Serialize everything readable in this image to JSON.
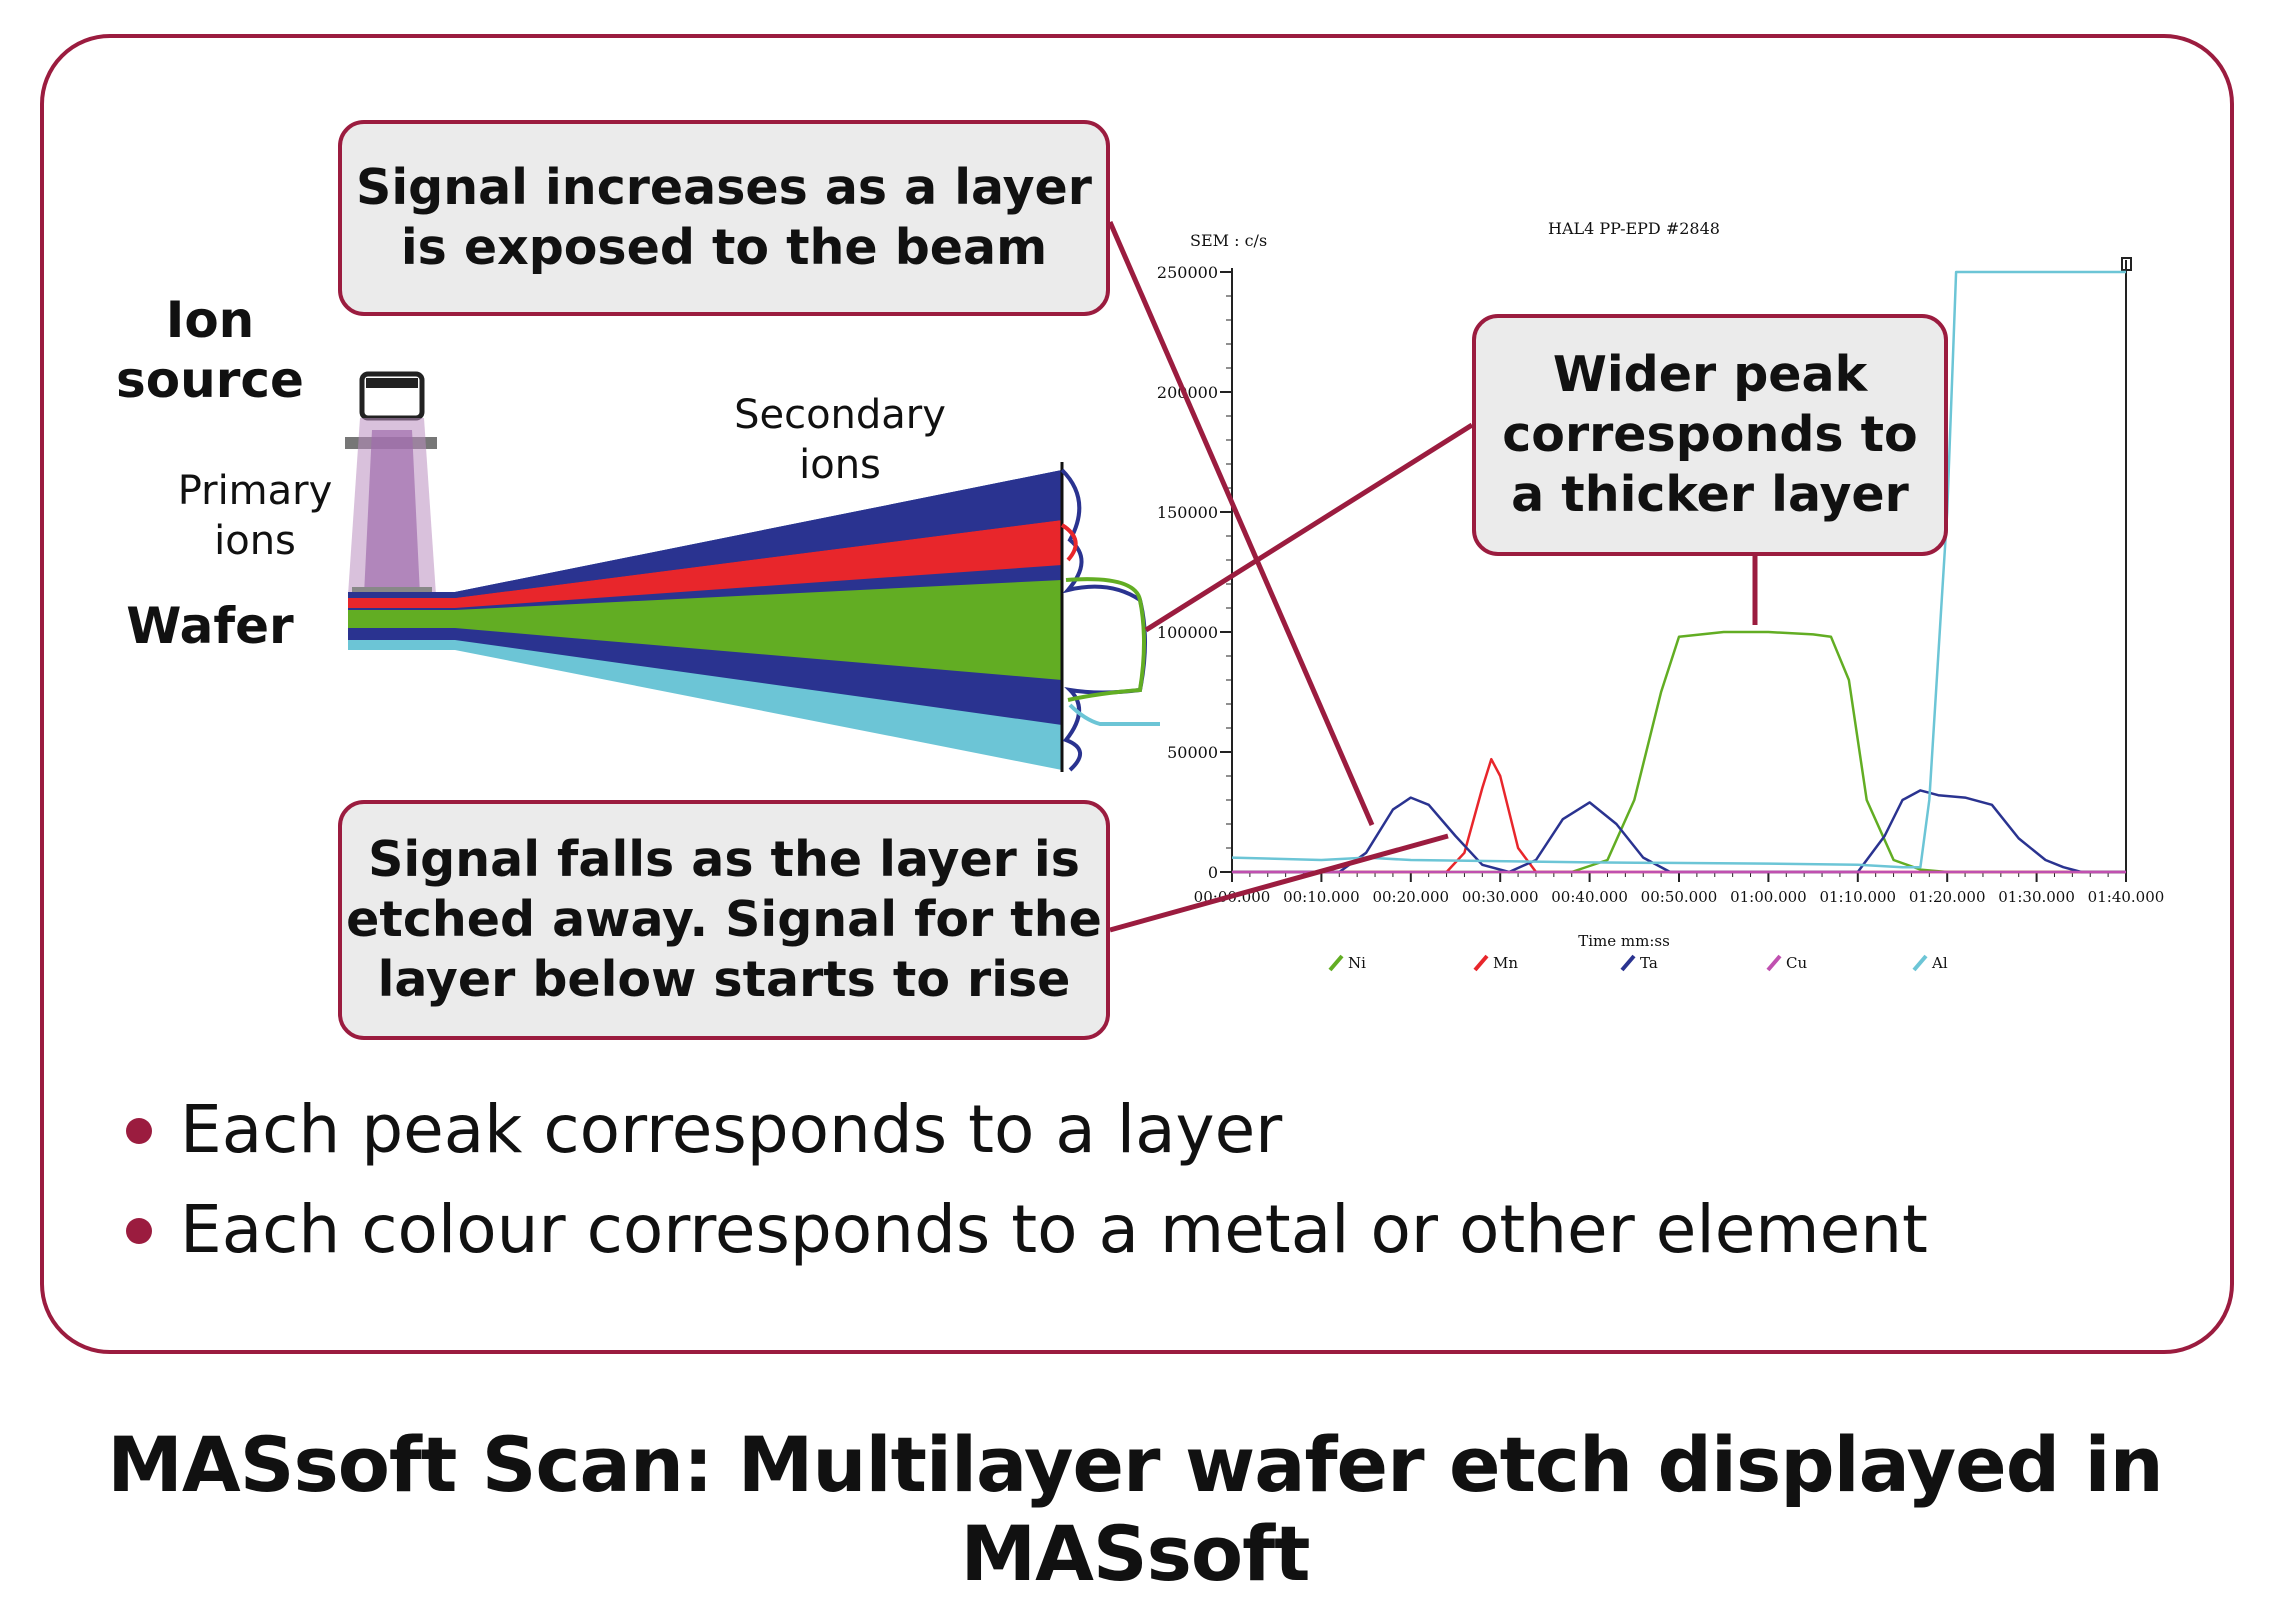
{
  "callouts": {
    "top": "Signal increases as a layer\nis exposed to the beam",
    "right": "Wider peak\ncorresponds to\na thicker layer",
    "bottom": "Signal falls as the layer is\netched away. Signal for the\nlayer below starts to rise"
  },
  "labels": {
    "ion_source": "Ion\nsource",
    "primary_ions": "Primary\nions",
    "wafer": "Wafer",
    "secondary_ions": "Secondary\nions"
  },
  "bullets": [
    "Each peak corresponds to a layer",
    "Each colour corresponds to a metal or other element"
  ],
  "caption": "MASsoft Scan: Multilayer wafer etch displayed in MASsoft",
  "colors": {
    "accent": "#9b1c3f",
    "callout_bg": "#ebebeb",
    "navy": "#2a3390",
    "red": "#e8262b",
    "green": "#62ad23",
    "cyan": "#6cc5d6",
    "pink": "#c050b0"
  },
  "chart_data": {
    "type": "line",
    "title": "HAL4 PP-EPD #2848",
    "ylabel": "SEM : c/s",
    "xlabel": "Time mm:ss",
    "ylim": [
      0,
      250000
    ],
    "xlim": [
      0,
      100
    ],
    "y_ticks": [
      "0",
      "50000",
      "100000",
      "150000",
      "200000",
      "250000"
    ],
    "y_tick_values": [
      0,
      50000,
      100000,
      150000,
      200000,
      250000
    ],
    "x_ticks": [
      "00:00.000",
      "00:10.000",
      "00:20.000",
      "00:30.000",
      "00:40.000",
      "00:50.000",
      "01:00.000",
      "01:10.000",
      "01:20.000",
      "01:30.000",
      "01:40.000"
    ],
    "x_tick_values": [
      0,
      10,
      20,
      30,
      40,
      50,
      60,
      70,
      80,
      90,
      100
    ],
    "legend": [
      "Ni",
      "Mn",
      "Ta",
      "Cu",
      "Al"
    ],
    "series": [
      {
        "name": "Ni",
        "color": "#62ad23",
        "x": [
          0,
          38,
          42,
          45,
          48,
          50,
          55,
          60,
          65,
          67,
          69,
          71,
          74,
          77,
          80,
          100
        ],
        "y": [
          0,
          0,
          5000,
          30000,
          75000,
          98000,
          100000,
          100000,
          99000,
          98000,
          80000,
          30000,
          5000,
          1000,
          0,
          0
        ]
      },
      {
        "name": "Mn",
        "color": "#e8262b",
        "x": [
          0,
          24,
          26,
          28,
          29,
          30,
          32,
          34,
          100
        ],
        "y": [
          0,
          0,
          8000,
          35000,
          47000,
          40000,
          10000,
          0,
          0
        ]
      },
      {
        "name": "Ta",
        "color": "#2a3390",
        "x": [
          0,
          12,
          15,
          18,
          20,
          22,
          25,
          28,
          31,
          34,
          37,
          40,
          43,
          46,
          49,
          70,
          73,
          75,
          77,
          79,
          82,
          85,
          88,
          91,
          93,
          95,
          100
        ],
        "y": [
          0,
          0,
          8000,
          26000,
          31000,
          28000,
          15000,
          3000,
          0,
          5000,
          22000,
          29000,
          20000,
          6000,
          0,
          0,
          15000,
          30000,
          34000,
          32000,
          31000,
          28000,
          14000,
          5000,
          2000,
          0,
          0
        ]
      },
      {
        "name": "Cu",
        "color": "#c050b0",
        "x": [
          0,
          100
        ],
        "y": [
          0,
          0
        ]
      },
      {
        "name": "Al",
        "color": "#6cc5d6",
        "x": [
          0,
          10,
          15,
          20,
          40,
          60,
          70,
          75,
          77,
          78,
          80,
          81,
          82,
          100
        ],
        "y": [
          6000,
          5000,
          6000,
          5000,
          4000,
          3500,
          3000,
          2000,
          2000,
          30000,
          150000,
          250000,
          250000,
          250000
        ]
      }
    ]
  }
}
